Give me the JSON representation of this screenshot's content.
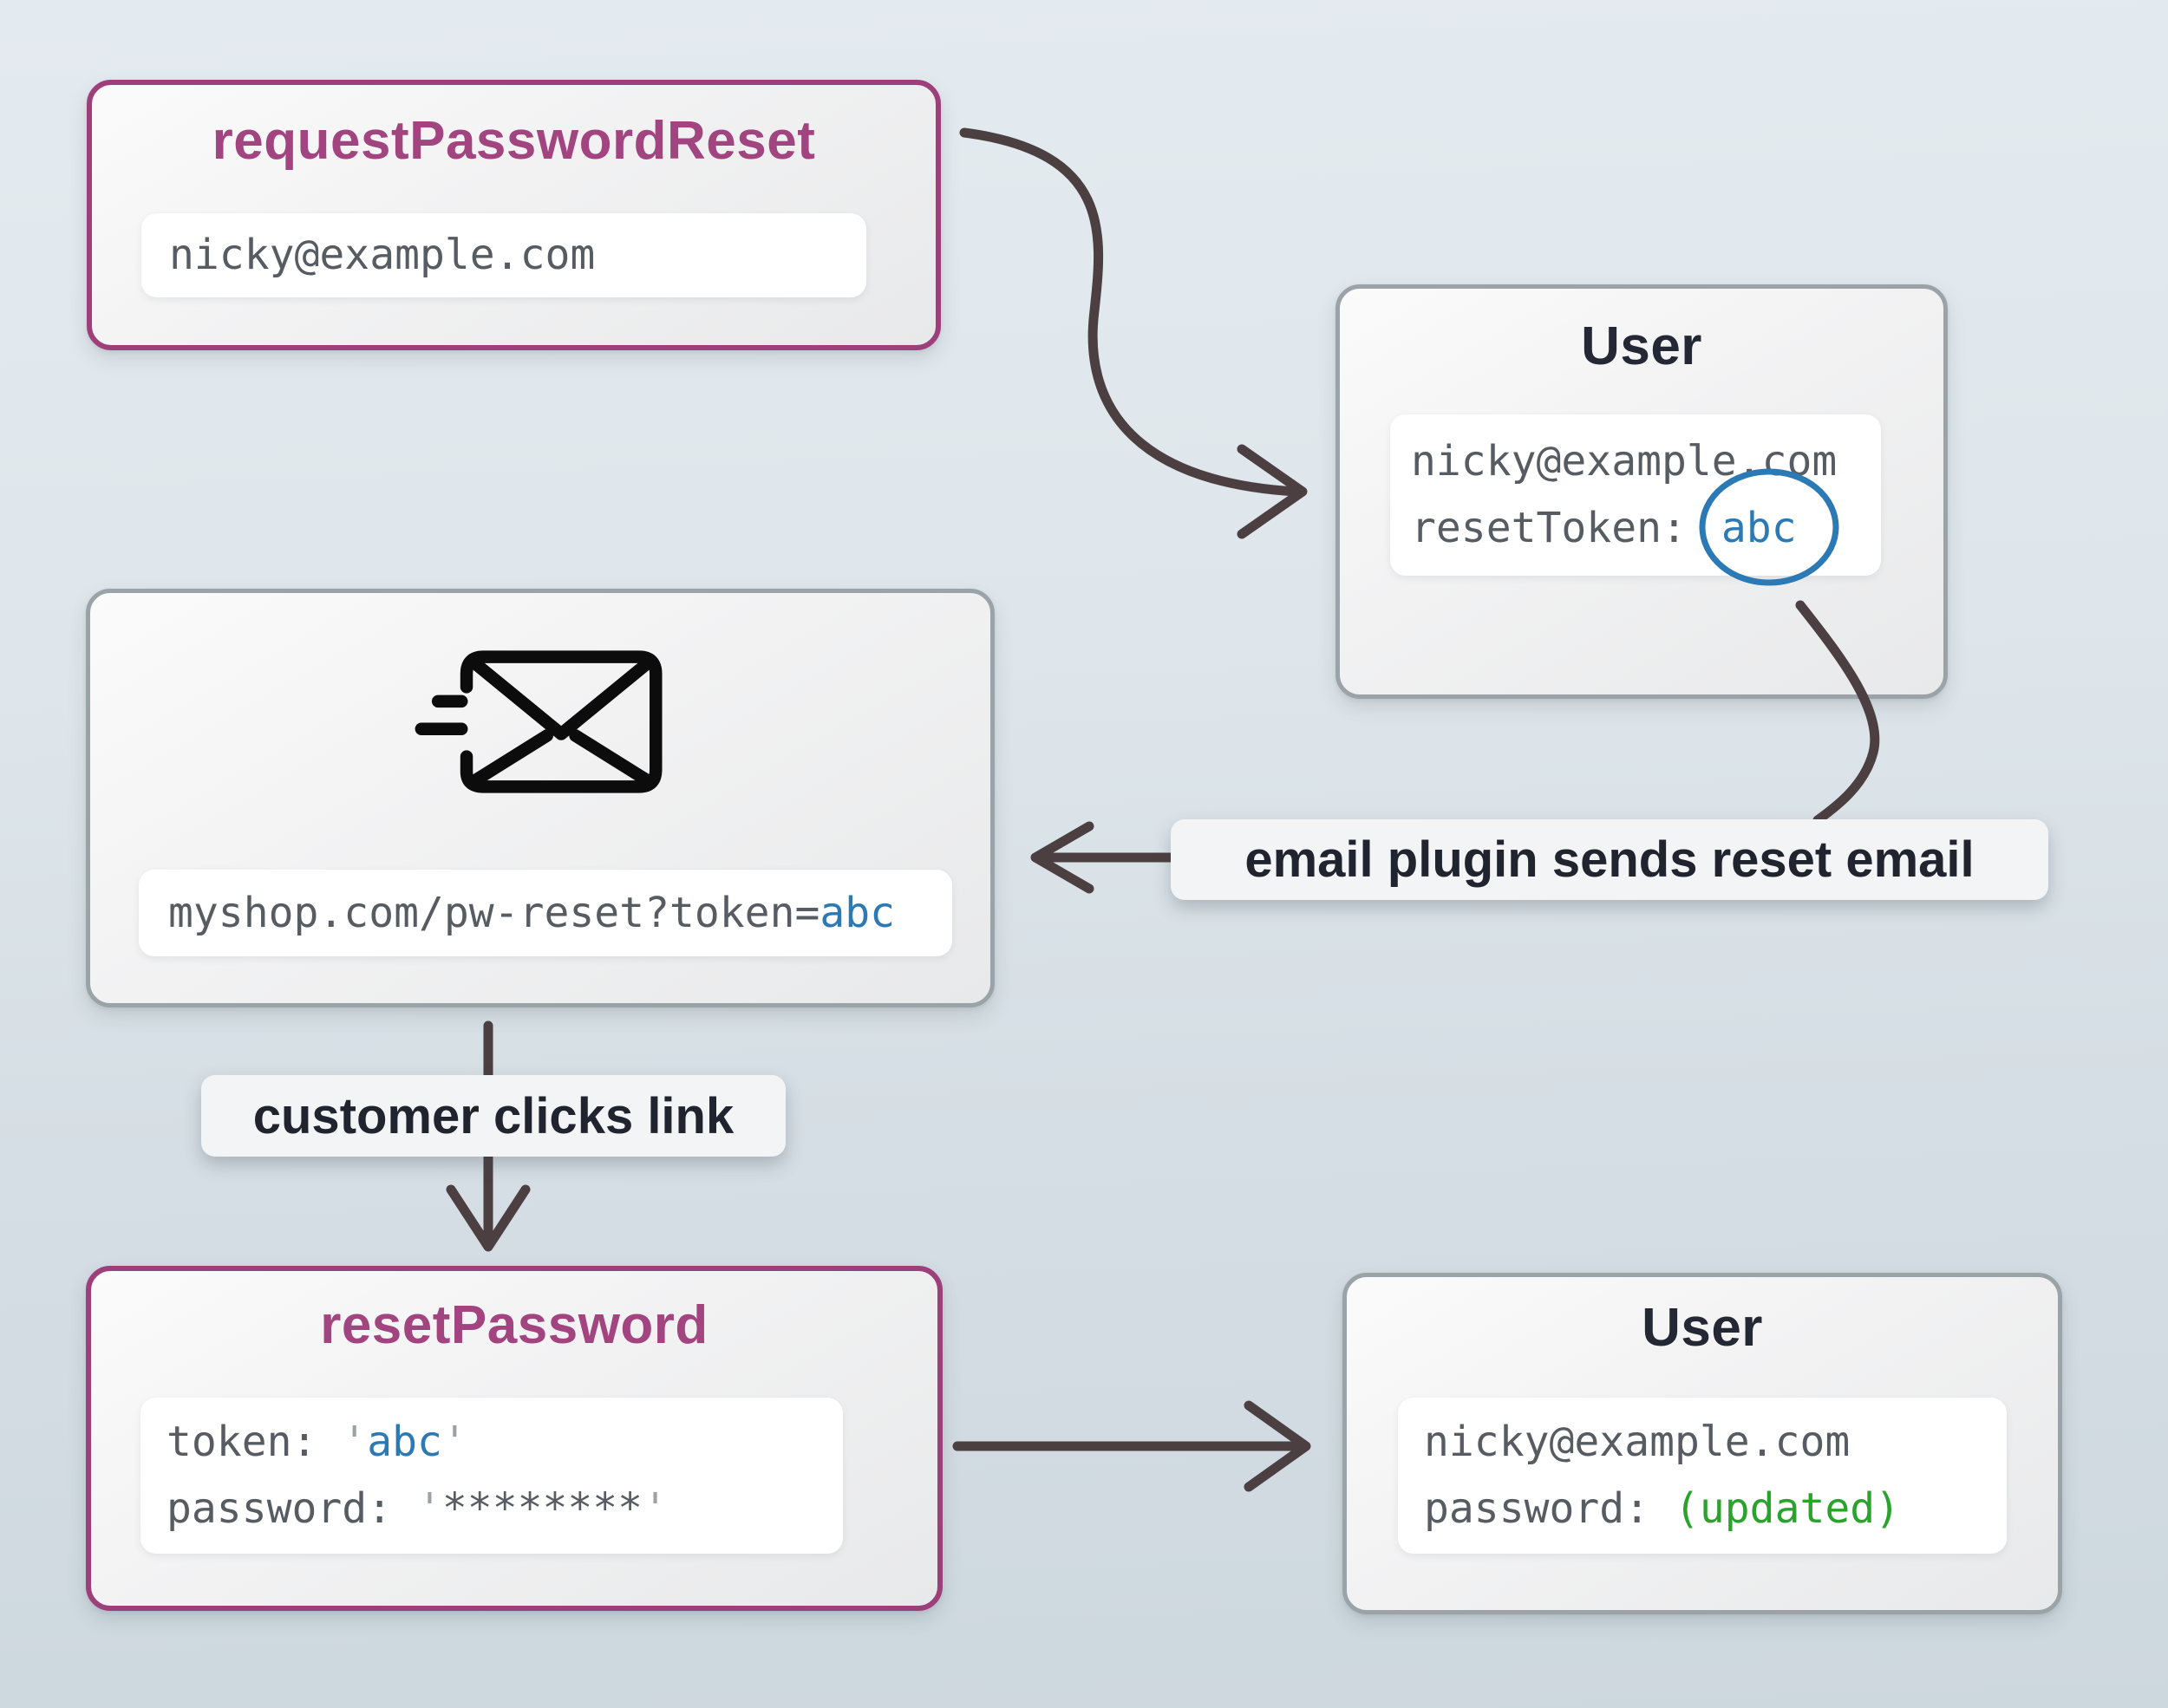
{
  "colors": {
    "accent_purple": "#9c3f7a",
    "accent_blue": "#2b79b5",
    "accent_green": "#2aa32d",
    "arrow": "#4b3f42",
    "node_border_gray": "#9aa3a8"
  },
  "nodes": {
    "request_password_reset": {
      "title": "requestPasswordReset",
      "email": "nicky@example.com"
    },
    "user_top": {
      "title": "User",
      "email": "nicky@example.com",
      "reset_token_label": "resetToken:",
      "reset_token_value": "abc"
    },
    "reset_email": {
      "icon": "send-email-icon",
      "url_prefix": "myshop.com/pw-reset?token=",
      "url_token": "abc"
    },
    "reset_password": {
      "title": "resetPassword",
      "token_label": "token: ",
      "quote": "'",
      "token_value": "abc",
      "password_label": "password: ",
      "password_value": "********"
    },
    "user_bottom": {
      "title": "User",
      "email": "nicky@example.com",
      "password_label": "password: ",
      "password_value": "(updated)"
    }
  },
  "labels": {
    "email_plugin": "email plugin sends reset email",
    "customer_clicks": "customer clicks link"
  }
}
